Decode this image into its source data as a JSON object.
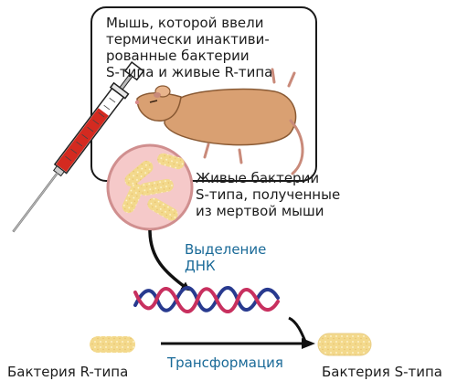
{
  "mouse_box_text": "Мышь, которой ввели\nтермически инактиви-\nрованные бактерии\nS-типа и живые R-типа",
  "live_bacteria_text": "Живые бактерии\nS-типа, полученные\nиз мертвой мыши",
  "dna_isolation_text": "Выделение\nДНК",
  "transformation_text": "Трансформация",
  "r_type_label": "Бактерия R-типа",
  "s_type_label": "Бактерия S-типа",
  "colors": {
    "syringe_liquid": "#d42a20",
    "bacteria": "#f3d98c",
    "dna_blue": "#283a8f",
    "dna_pink": "#c8305f",
    "circle_fill": "#f5c9c9",
    "mouse": "#d9a072",
    "label_blue": "#1a6a98"
  }
}
